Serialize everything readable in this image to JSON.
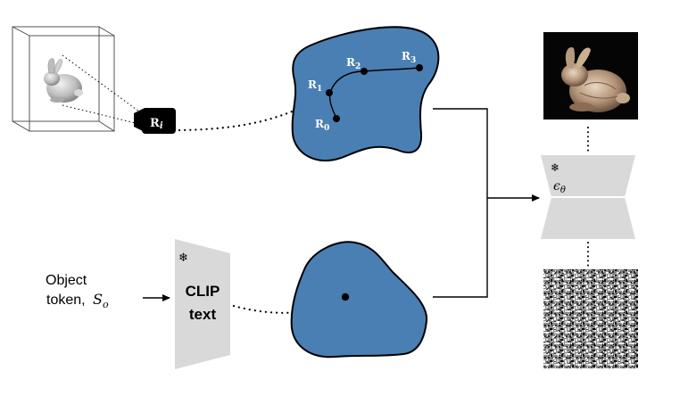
{
  "camera": {
    "label_main": "R",
    "label_sub": "i"
  },
  "pose_labels": [
    {
      "main": "R",
      "sub": "0"
    },
    {
      "main": "R",
      "sub": "1"
    },
    {
      "main": "R",
      "sub": "2"
    },
    {
      "main": "R",
      "sub": "3"
    }
  ],
  "object_token": {
    "line1": "Object",
    "line2_prefix": "token,",
    "symbol_main": "S",
    "symbol_sub": "o"
  },
  "clip_encoder": {
    "line1": "CLIP",
    "line2": "text",
    "frozen_symbol": "❄"
  },
  "diffusion_model": {
    "frozen_symbol": "❄",
    "label_main": "ϵ",
    "label_sub": "θ"
  },
  "colors": {
    "embedding_blob": "#4a7fb3",
    "encoder_gray": "#d9d9d9",
    "ink": "#000000"
  }
}
